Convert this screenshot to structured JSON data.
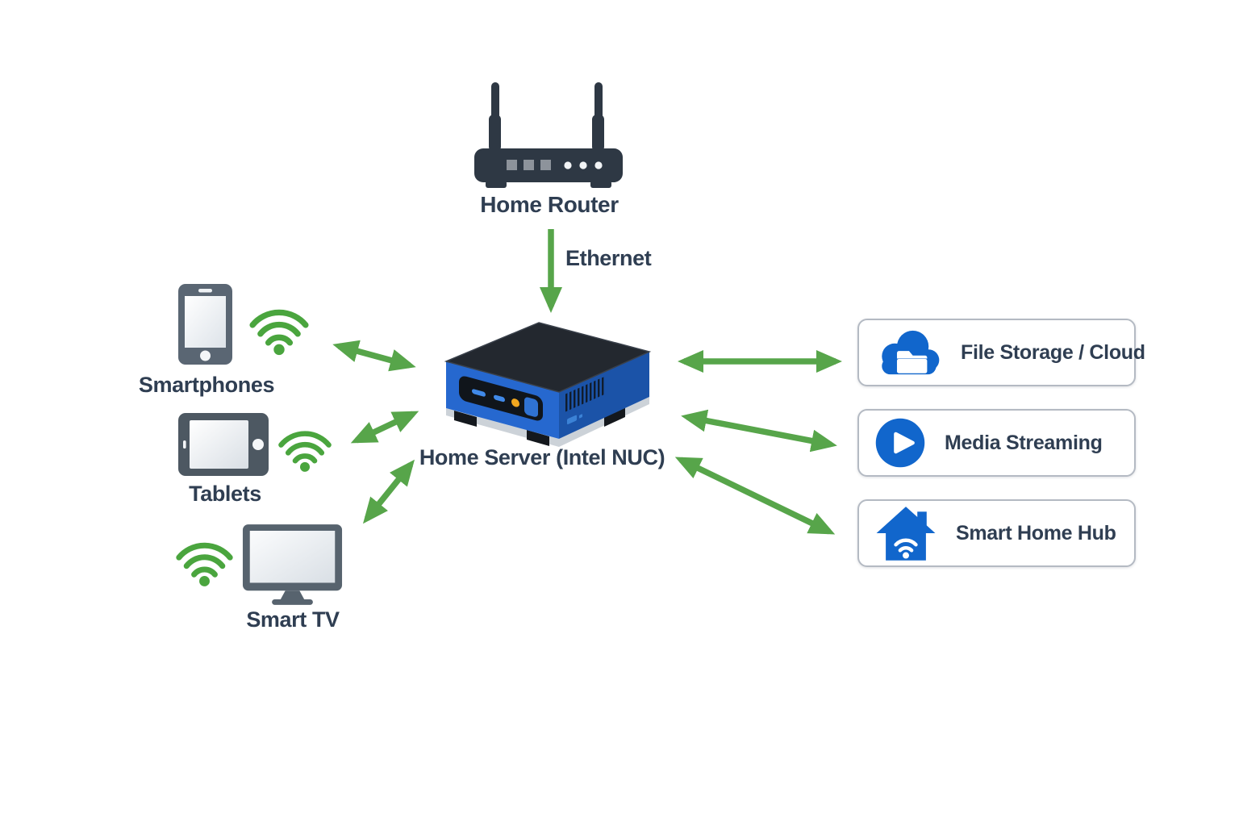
{
  "diagram": {
    "labels": {
      "router": "Home Router",
      "ethernet": "Ethernet",
      "server": "Home Server (Intel NUC)",
      "smartphones": "Smartphones",
      "tablets": "Tablets",
      "smart_tv": "Smart TV"
    },
    "services": [
      {
        "label": "File Storage / Cloud",
        "icon": "cloud-folder-icon"
      },
      {
        "label": "Media Streaming",
        "icon": "play-icon"
      },
      {
        "label": "Smart Home Hub",
        "icon": "smart-home-icon"
      }
    ],
    "connections": [
      {
        "from": "Home Router",
        "to": "Home Server (Intel NUC)",
        "label": "Ethernet",
        "direction": "one-way"
      },
      {
        "from": "Smartphones",
        "to": "Home Server (Intel NUC)",
        "direction": "two-way",
        "medium": "wifi"
      },
      {
        "from": "Tablets",
        "to": "Home Server (Intel NUC)",
        "direction": "two-way",
        "medium": "wifi"
      },
      {
        "from": "Smart TV",
        "to": "Home Server (Intel NUC)",
        "direction": "two-way",
        "medium": "wifi"
      },
      {
        "from": "Home Server (Intel NUC)",
        "to": "File Storage / Cloud",
        "direction": "two-way"
      },
      {
        "from": "Home Server (Intel NUC)",
        "to": "Media Streaming",
        "direction": "two-way"
      },
      {
        "from": "Home Server (Intel NUC)",
        "to": "Smart Home Hub",
        "direction": "two-way"
      }
    ],
    "colors": {
      "arrow_green": "#57a54a",
      "wifi_green": "#4aa53e",
      "device_gray": "#5a6673",
      "device_gray_dark": "#4d5862",
      "router_dark": "#2e3844",
      "icon_blue": "#1166cc",
      "server_blue": "#2668cf",
      "server_blue_dark": "#1b53a8",
      "label_text": "#2f3e52",
      "box_border": "#b4bac3"
    }
  }
}
